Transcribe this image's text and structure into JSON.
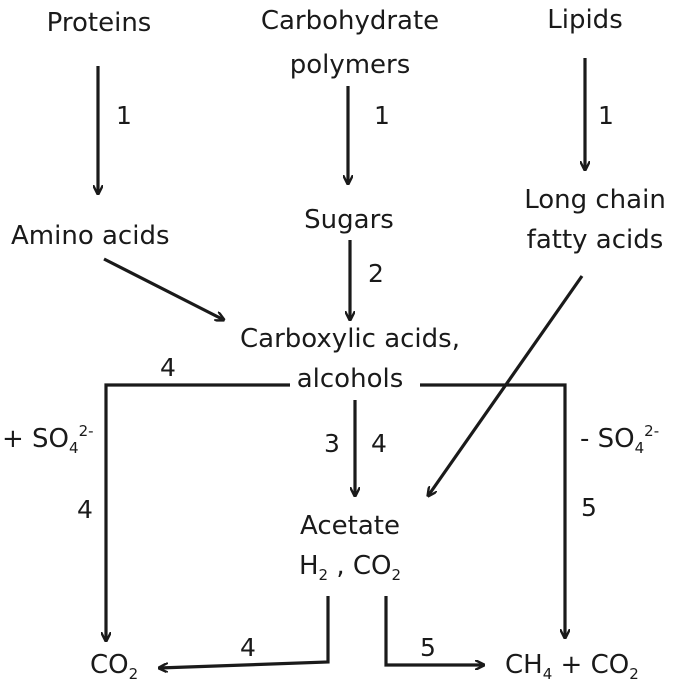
{
  "nodes": {
    "proteins": "Proteins",
    "carbohydrate_line1": "Carbohydrate",
    "carbohydrate_line2": "polymers",
    "lipids": "Lipids",
    "amino_acids": "Amino acids",
    "sugars": "Sugars",
    "lcfa_line1": "Long chain",
    "lcfa_line2": "fatty acids",
    "carboxylic_line1": "Carboxylic acids,",
    "carboxylic_line2": "alcohols",
    "acetate_line1": "Acetate",
    "h2_main": "H",
    "h2_sub": "2",
    "h2_sep": " , CO",
    "h2_sub2": "2",
    "co2_main": "CO",
    "co2_sub": "2",
    "ch4_main": "CH",
    "ch4_sub": "4",
    "ch4_mid": " + CO",
    "ch4_sub2": "2"
  },
  "conditions": {
    "plus_sulfate_main": "+ SO",
    "plus_sulfate_sub": "4",
    "plus_sulfate_sup": "2-",
    "minus_sulfate_main": "- SO",
    "minus_sulfate_sub": "4",
    "minus_sulfate_sup": "2-"
  },
  "steps": {
    "proteins_to_amino": "1",
    "carb_to_sugars": "1",
    "lipids_to_lcfa": "1",
    "sugars_to_carboxylic": "2",
    "left_branch_top": "4",
    "left_branch_side": "4",
    "center_a": "3",
    "center_b": "4",
    "right_branch_side": "5",
    "acetate_to_co2": "4",
    "acetate_to_ch4": "5"
  },
  "colors": {
    "ink": "#1a1a1a",
    "background": "#ffffff"
  }
}
